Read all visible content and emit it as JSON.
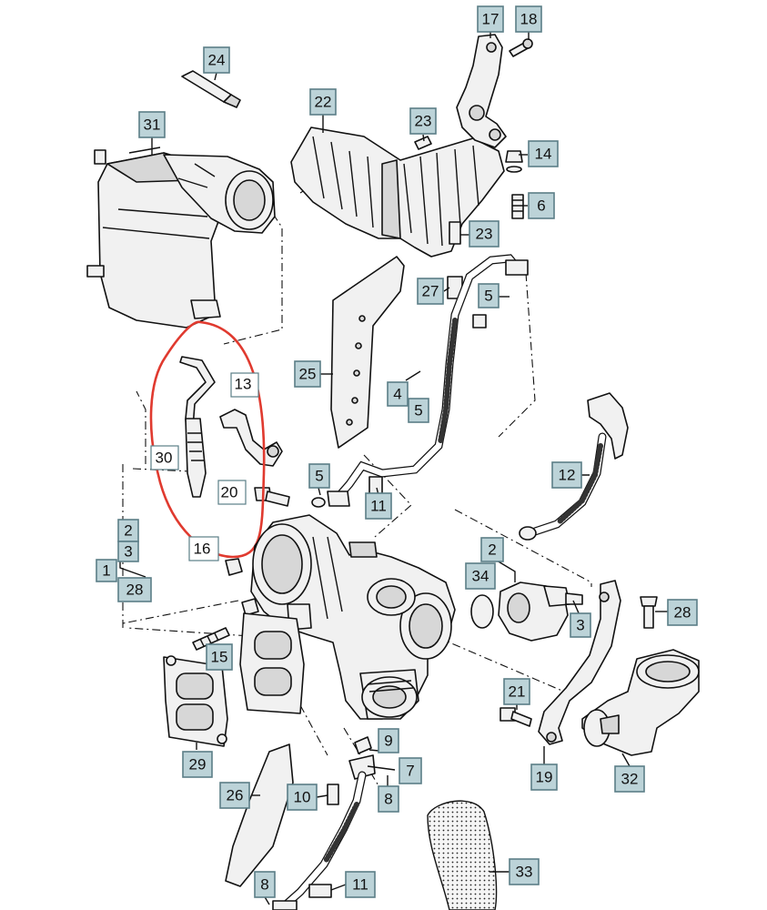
{
  "callouts": [
    {
      "label": "17"
    },
    {
      "label": "18"
    },
    {
      "label": "24"
    },
    {
      "label": "22"
    },
    {
      "label": "31"
    },
    {
      "label": "23"
    },
    {
      "label": "14"
    },
    {
      "label": "6"
    },
    {
      "label": "23"
    },
    {
      "label": "27"
    },
    {
      "label": "5"
    },
    {
      "label": "25"
    },
    {
      "label": "4"
    },
    {
      "label": "5"
    },
    {
      "label": "13"
    },
    {
      "label": "30"
    },
    {
      "label": "20"
    },
    {
      "label": "5"
    },
    {
      "label": "11"
    },
    {
      "label": "12"
    },
    {
      "label": "2"
    },
    {
      "label": "3"
    },
    {
      "label": "1"
    },
    {
      "label": "28"
    },
    {
      "label": "16"
    },
    {
      "label": "2"
    },
    {
      "label": "34"
    },
    {
      "label": "3"
    },
    {
      "label": "28"
    },
    {
      "label": "15"
    },
    {
      "label": "21"
    },
    {
      "label": "29"
    },
    {
      "label": "9"
    },
    {
      "label": "7"
    },
    {
      "label": "19"
    },
    {
      "label": "32"
    },
    {
      "label": "26"
    },
    {
      "label": "10"
    },
    {
      "label": "8"
    },
    {
      "label": "33"
    },
    {
      "label": "8"
    },
    {
      "label": "11"
    }
  ],
  "plain_labels": [
    {
      "label": "13"
    },
    {
      "label": "30"
    },
    {
      "label": "20"
    },
    {
      "label": "16"
    }
  ],
  "highlight_color": "#e03a2f",
  "callout_fill": "#bcd3d8",
  "callout_border": "#5b7e87"
}
